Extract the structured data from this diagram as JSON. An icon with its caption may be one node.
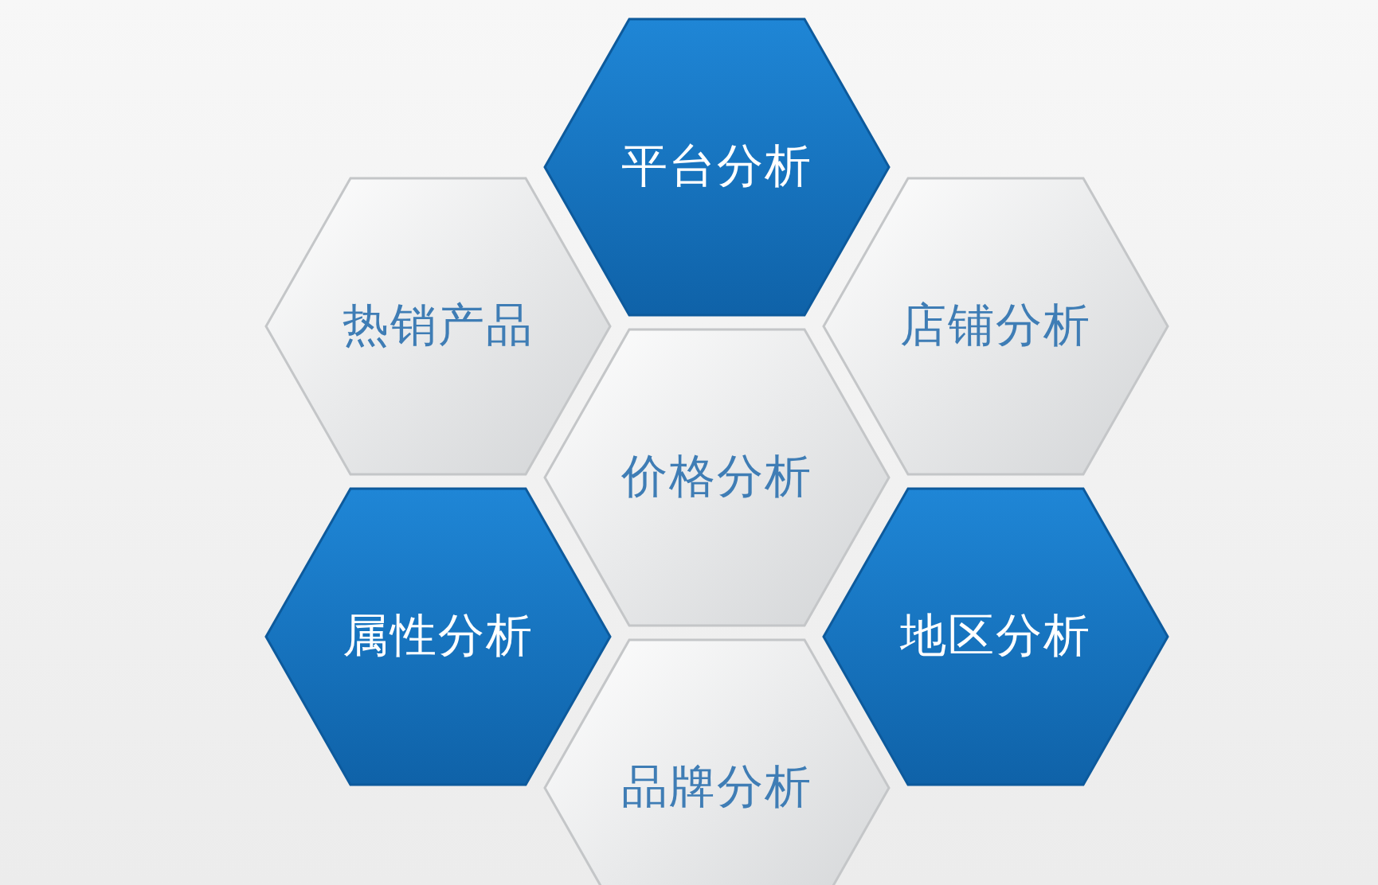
{
  "diagram": {
    "nodes": [
      {
        "text": [
          "平台分析"
        ]
      },
      {
        "text": [
          "热销产品"
        ]
      },
      {
        "text": [
          "店铺分析"
        ]
      },
      {
        "text": [
          "价格分析"
        ]
      },
      {
        "text": [
          "属性分析"
        ]
      },
      {
        "text": [
          "地区分析"
        ]
      },
      {
        "text": [
          "品牌分析"
        ]
      }
    ]
  }
}
